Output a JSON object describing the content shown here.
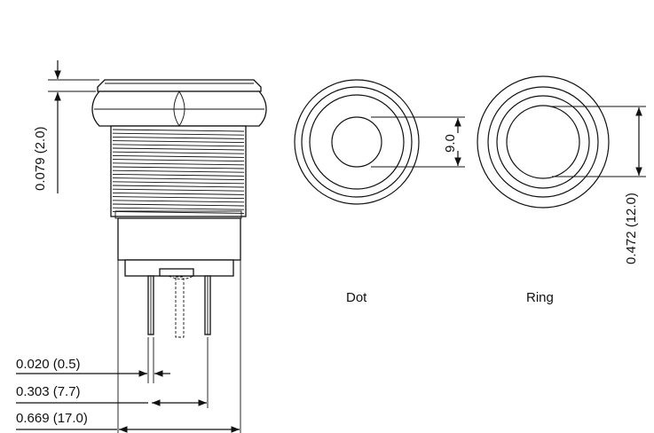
{
  "dimensions": {
    "bezel_height": "0.079 (2.0)",
    "dot_diameter": "9.0",
    "ring_diameter": "0.472 (12.0)",
    "pin_thickness": "0.020 (0.5)",
    "pin_spacing": "0.303 (7.7)",
    "body_diameter": "0.669 (17.0)"
  },
  "views": {
    "dot_label": "Dot",
    "ring_label": "Ring"
  }
}
